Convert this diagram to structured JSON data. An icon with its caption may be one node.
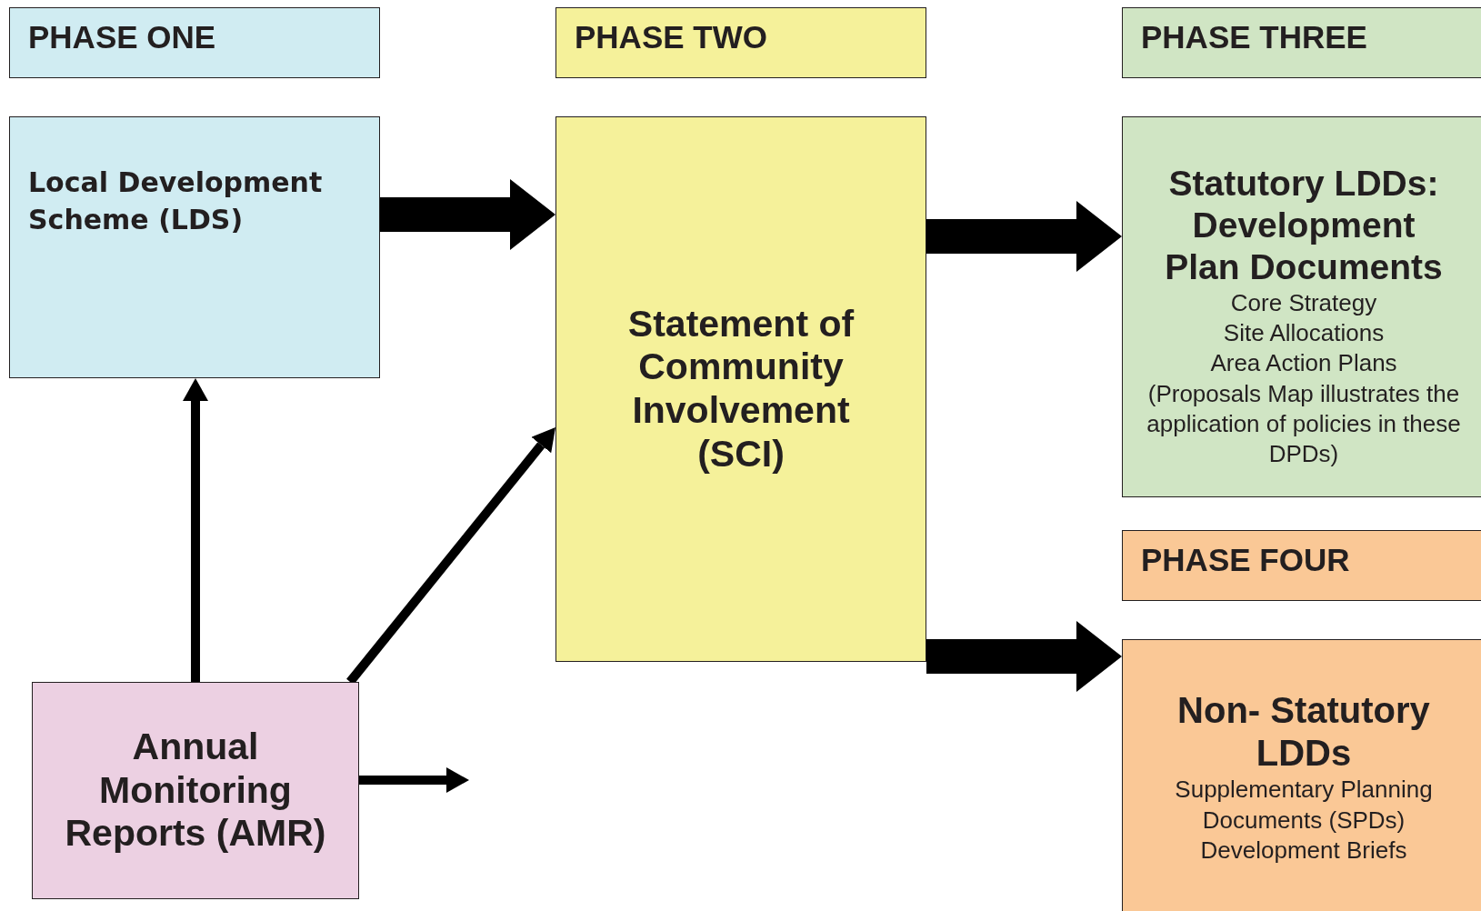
{
  "diagram": {
    "nodes": [
      {
        "text": [
          "PHASE ONE"
        ]
      },
      {
        "text": [
          "Local Development Scheme (LDS)"
        ]
      },
      {
        "text": [
          "PHASE TWO"
        ]
      },
      {
        "text": [
          "Statement of Community Involvement (SCI)"
        ]
      },
      {
        "text": [
          "PHASE THREE"
        ]
      },
      {
        "text": [
          "Statutory LDDs: Development Plan Documents",
          "Core Strategy",
          "Site Allocations",
          "Area Action Plans",
          "(Proposals Map illustrates the application of policies in these DPDs)"
        ]
      },
      {
        "text": [
          "PHASE FOUR"
        ]
      },
      {
        "text": [
          "Non- Statutory LDDs",
          "Supplementary Planning Documents (SPDs)",
          "Development Briefs"
        ]
      },
      {
        "text": [
          "Annual Monitoring Reports (AMR)"
        ]
      }
    ],
    "edges": [
      {
        "from": 1,
        "to": 3,
        "arrow": "to",
        "style": "thick"
      },
      {
        "from": 3,
        "to": 5,
        "arrow": "to",
        "style": "thick"
      },
      {
        "from": 3,
        "to": 7,
        "arrow": "to",
        "style": "thick"
      },
      {
        "from": 8,
        "to": 1,
        "arrow": "to"
      },
      {
        "from": 8,
        "to": 3,
        "arrow": "to"
      },
      {
        "from": 8,
        "to": null,
        "arrow": "to"
      }
    ]
  }
}
